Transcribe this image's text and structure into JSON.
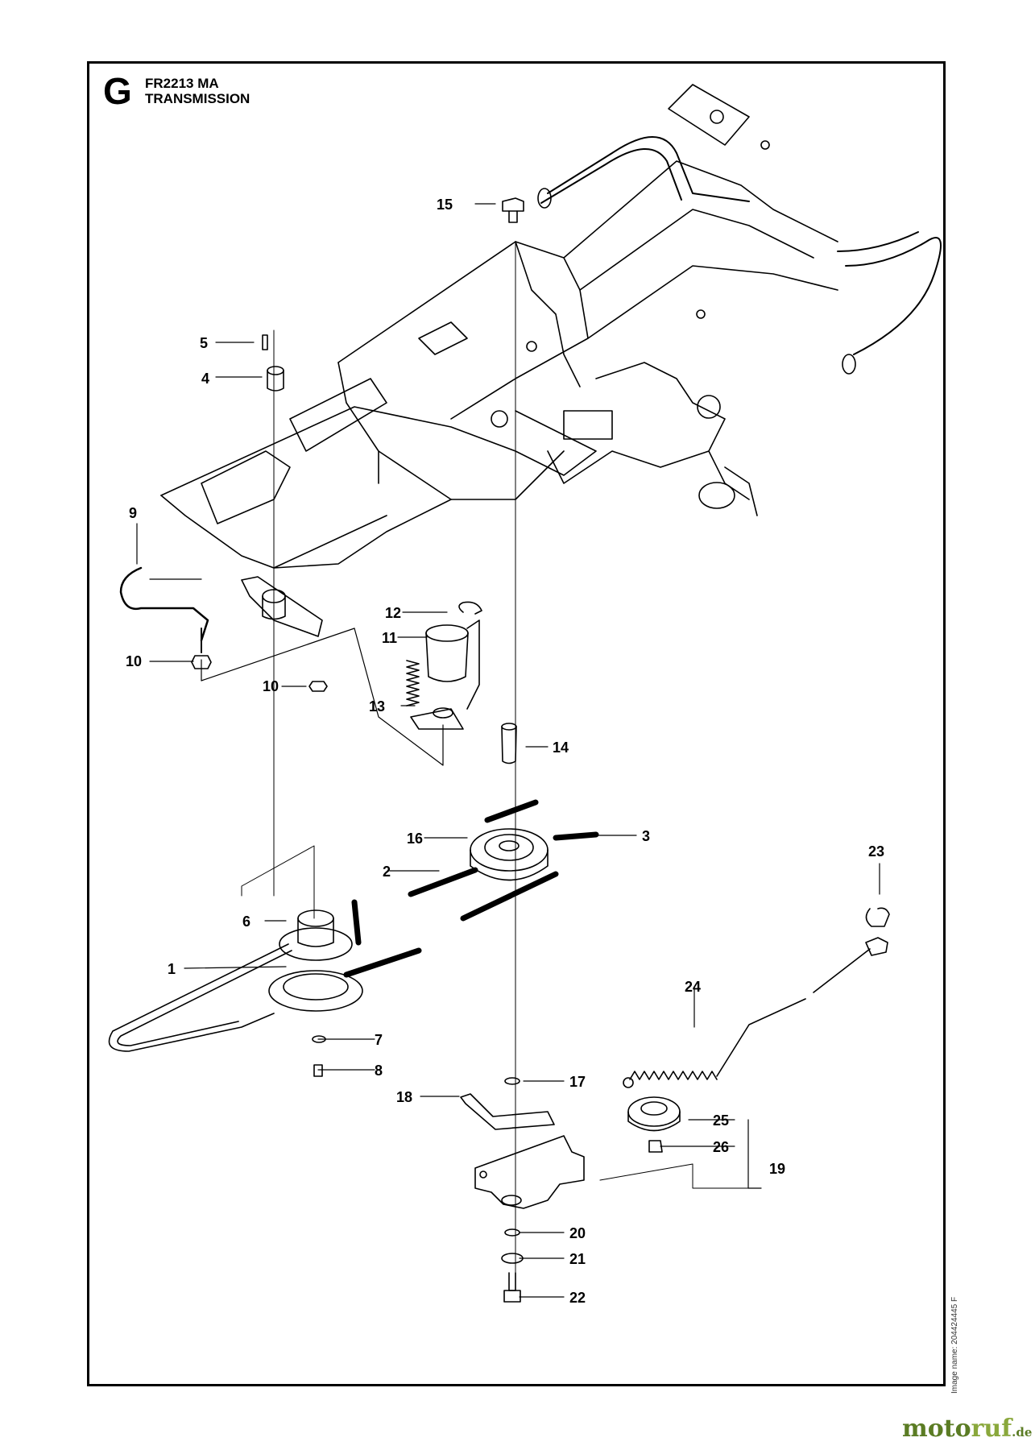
{
  "header": {
    "section_letter": "G",
    "model": "FR2213 MA",
    "section_title": "TRANSMISSION"
  },
  "callouts": [
    "1",
    "2",
    "3",
    "4",
    "5",
    "6",
    "7",
    "8",
    "9",
    "10",
    "10",
    "11",
    "12",
    "13",
    "14",
    "15",
    "16",
    "17",
    "18",
    "19",
    "20",
    "21",
    "22",
    "23",
    "24",
    "25",
    "26"
  ],
  "footer": {
    "image_name": "Image name: 204424445 F",
    "watermark": {
      "part1": "moto",
      "part2": "ruf",
      "part3": ".de"
    }
  },
  "colors": {
    "line": "#000000",
    "background": "#ffffff",
    "watermark_green": "#5b7c24"
  }
}
